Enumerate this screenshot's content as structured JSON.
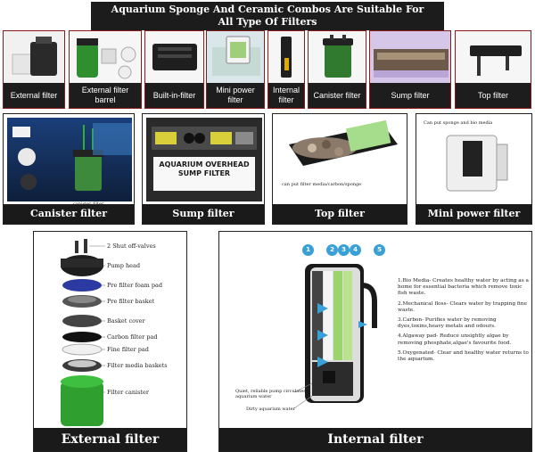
{
  "banner": {
    "line1": "Aquarium Sponge And Ceramic Combos Are Suitable For",
    "line2": "All Type Of Filters"
  },
  "filter_types": [
    {
      "label": "External filter"
    },
    {
      "label": "External filter barrel"
    },
    {
      "label": "Built-in-filter"
    },
    {
      "label": "Mini power filter"
    },
    {
      "label": "Internal filter"
    },
    {
      "label": "Canister filter"
    },
    {
      "label": "Sump filter"
    },
    {
      "label": "Top filter"
    }
  ],
  "panels": {
    "canister": {
      "title": "Canister filter",
      "caption": "canister filter"
    },
    "sump": {
      "title": "Sump filter",
      "sign_line1": "AQUARIUM OVERHEAD",
      "sign_line2": "SUMP FILTER"
    },
    "top": {
      "title": "Top filter",
      "caption": "can put filter media/carbon/sponge"
    },
    "mini": {
      "title": "Mini power filter",
      "caption": "Can put sponge and bio media"
    }
  },
  "external": {
    "title": "External filter",
    "parts": [
      "2 Shut off-valves",
      "Pump head",
      "Pre filter foam pad",
      "Pre filter basket",
      "Basket cover",
      "Carbon filter pad",
      "Fine filter pad",
      "Filter media baskets",
      "Filter canister"
    ]
  },
  "internal": {
    "title": "Internal filter",
    "numbers": [
      "1",
      "2",
      "3",
      "4",
      "5"
    ],
    "pump_note": "Quiet, reliable pump circulates aquarium water",
    "dirty_note": "Dirty aquarium water",
    "descriptions": [
      "1.Bio Media- Creates healthy water by acting as a home for essential bacteria which remove toxic fish waste.",
      "2.Mechanical floss- Clears water by trapping fine waste.",
      "3.Carbon- Purifies water by removing dyes,toxins,heavy metals and odours.",
      "4.Algaway pad- Reduce unsightly algae by removing phosphate,algae's favourite food.",
      "5.Oxygenated- Clear and healthy water returns to the aquarium."
    ]
  },
  "colors": {
    "accent_green": "#2f8f2f",
    "banner_dark": "#1c1c1c",
    "tile_border": "#8b1a1a",
    "number_blue": "#3aa0d8"
  }
}
